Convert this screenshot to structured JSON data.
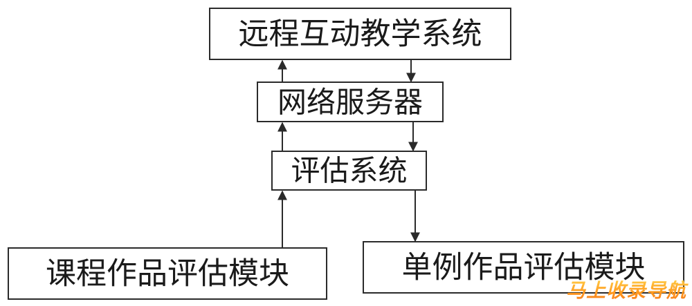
{
  "diagram": {
    "nodes": {
      "remote_teaching": "远程互动教学系统",
      "network_server": "网络服务器",
      "evaluation_system": "评估系统",
      "course_work_eval": "课程作品评估模块",
      "single_work_eval": "单例作品评估模块"
    }
  },
  "watermark": {
    "text": "马上收录导航"
  },
  "colors": {
    "stroke": "#2a2a2a",
    "text": "#1a1a1a",
    "watermark_top": "#ffd34d",
    "watermark_bottom": "#f5731a"
  }
}
